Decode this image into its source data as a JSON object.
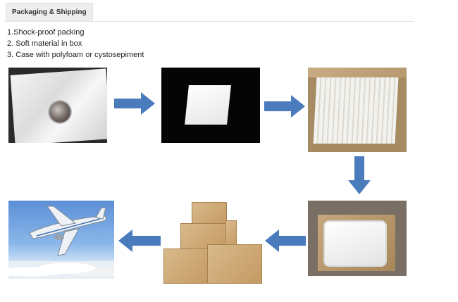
{
  "tab": {
    "label": "Packaging & Shipping"
  },
  "notes": [
    "1.Shock-proof packing",
    "2. Soft material in box",
    "3. Case with polyfoam or cystosepiment"
  ],
  "colors": {
    "arrow": "#4a7bbd",
    "tab_bg": "#eeeeee"
  },
  "icons": {
    "arrow_right": "arrow-right-icon",
    "arrow_down": "arrow-down-icon",
    "arrow_left": "arrow-left-icon"
  }
}
